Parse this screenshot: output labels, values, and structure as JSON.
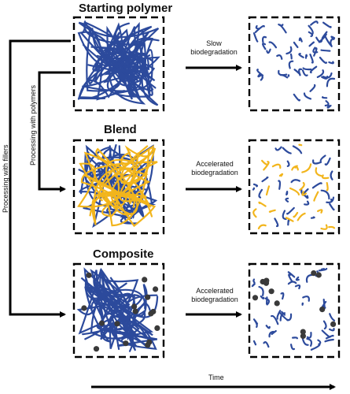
{
  "stages": [
    {
      "key": "starting",
      "title": "Starting polymer",
      "arrow_label": "Slow\nbiodegradation"
    },
    {
      "key": "blend",
      "title": "Blend",
      "arrow_label": "Accelerated\nbiodegradation"
    },
    {
      "key": "composite",
      "title": "Composite",
      "arrow_label": "Accelerated\nbiodegradation"
    }
  ],
  "processing_polymers_label": "Processing with polymers",
  "processing_fillers_label": "Processing with fillers",
  "time_label": "Time",
  "colors": {
    "polymer": "#2c4a9c",
    "blend_polymer": "#f2b51c",
    "filler": "#3a3a3a",
    "line": "#000000"
  }
}
